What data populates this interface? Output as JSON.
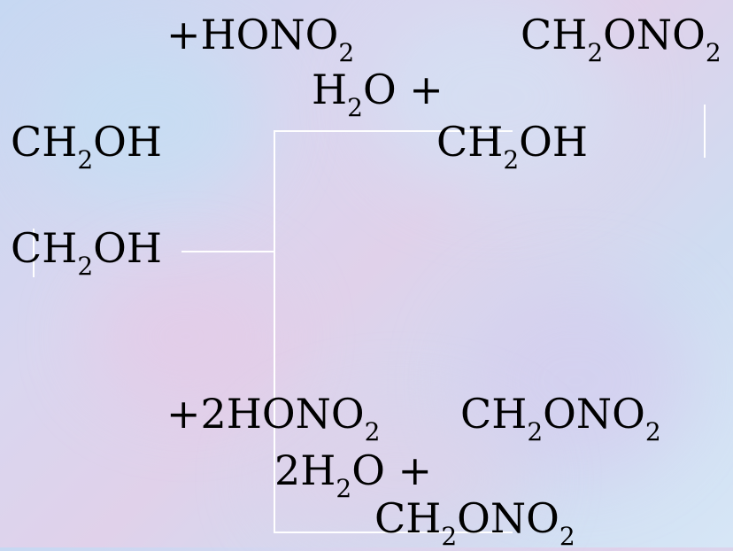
{
  "reaction1": {
    "reagent": {
      "pre": "+HONO",
      "sub": "2"
    },
    "byproduct": {
      "a": "H",
      "sub": "2",
      "b": "O +"
    },
    "product_top": {
      "a": "CH",
      "sub": "2",
      "b": "ONO",
      "sub2": "2"
    },
    "product_bottom": {
      "a": "CH",
      "sub": "2",
      "b": "OH"
    }
  },
  "reactant": {
    "top": {
      "a": "CH",
      "sub": "2",
      "b": "OH"
    },
    "bottom": {
      "a": "CH",
      "sub": "2",
      "b": "OH"
    }
  },
  "reaction2": {
    "reagent": {
      "pre": "+2HONO",
      "sub": "2"
    },
    "byproduct": {
      "a": "2H",
      "sub": "2",
      "b": "O +"
    },
    "product_top": {
      "a": "CH",
      "sub": "2",
      "b": "ONO",
      "sub2": "2"
    },
    "product_bottom": {
      "a": "CH",
      "sub": "2",
      "b": "ONO",
      "sub2": "2"
    }
  },
  "colors": {
    "arrow": "#ffffff",
    "text": "#000000"
  }
}
